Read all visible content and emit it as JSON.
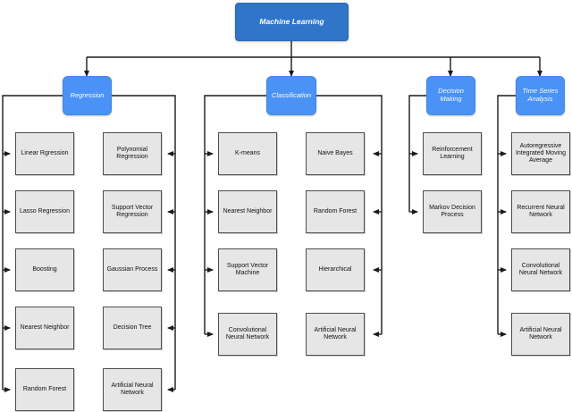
{
  "diagram": {
    "title": "Machine Learning taxonomy flowchart",
    "colors": {
      "root_fill": "#3075c8",
      "category_fill": "#4a92f5",
      "leaf_fill": "#e6e6e6",
      "leaf_border": "#4d4d4d",
      "connector": "#1a1a1a",
      "background": "#ffffff"
    },
    "root": {
      "label": "Machine Learning"
    },
    "categories": [
      {
        "id": "regression",
        "label": "Regression"
      },
      {
        "id": "classification",
        "label": "Classification"
      },
      {
        "id": "decision-making",
        "label": "Decision Making"
      },
      {
        "id": "time-series",
        "label": "Time Series Analysis"
      }
    ],
    "branches": {
      "regression": {
        "left_column": [
          "Linear Rgression",
          "Lasso Regression",
          "Boosting",
          "Nearest Neighbor",
          "Random Forest"
        ],
        "right_column": [
          "Polynomial Regression",
          "Support Vector Regression",
          "Gaussian Process",
          "Decision Tree",
          "Artificial Neural Network"
        ]
      },
      "classification": {
        "left_column": [
          "K-means",
          "Nearest Neighbor",
          "Support Vector Machine",
          "Convolutional Neural Network"
        ],
        "right_column": [
          "Naive Bayes",
          "Random Forest",
          "Hierarchical",
          "Artificial Neural Network"
        ]
      },
      "decision-making": {
        "left_column": [
          "Reinforcement Learning",
          "Markov Decision Process"
        ],
        "right_column": []
      },
      "time-series": {
        "left_column": [
          "Autoregressive Integrated Moving Average",
          "Recurrent Neural Network",
          "Convolutional Neural Network",
          "Artificial Neural Network"
        ],
        "right_column": []
      }
    }
  }
}
